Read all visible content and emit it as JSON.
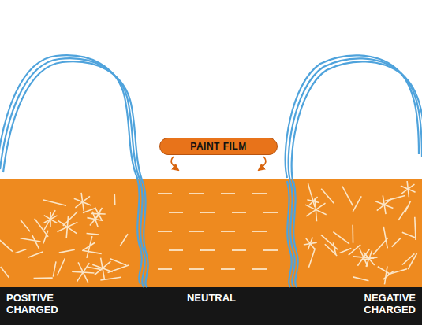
{
  "diagram": {
    "nodes": [
      {
        "text": [
          "PAINT FILM"
        ]
      }
    ],
    "labels": [
      "POSITIVE CHARGED",
      "NEUTRAL",
      "NEGATIVE CHARGED"
    ]
  }
}
